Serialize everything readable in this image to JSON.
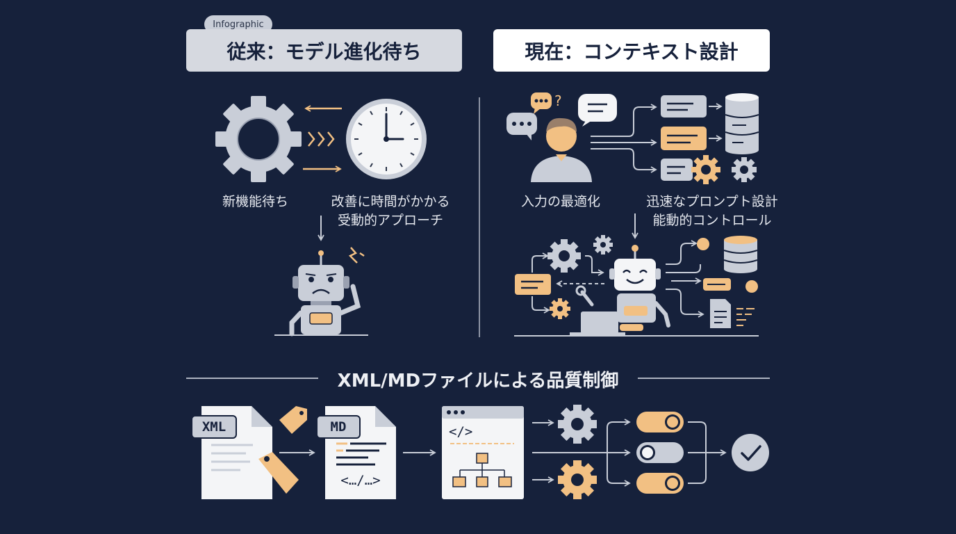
{
  "badge": "Infographic",
  "left_panel": {
    "title": "従来：モデル進化待ち",
    "label_wait": "新機能待ち",
    "label_slow_1": "改善に時間がかかる",
    "label_slow_2": "受動的アプローチ"
  },
  "right_panel": {
    "title": "現在：コンテキスト設計",
    "label_input": "入力の最適化",
    "label_fast_1": "迅速なプロンプト設計",
    "label_fast_2": "能動的コントロール"
  },
  "bottom": {
    "section_title": "XML/MDファイルによる品質制御",
    "xml_tag": "XML",
    "md_tag": "MD",
    "md_code": "<…/…>",
    "code_tag": "</>"
  },
  "colors": {
    "background": "#16213b",
    "accent_orange": "#f2c083",
    "light_gray": "#d6d9e0",
    "icon_gray": "#c9ced8"
  }
}
